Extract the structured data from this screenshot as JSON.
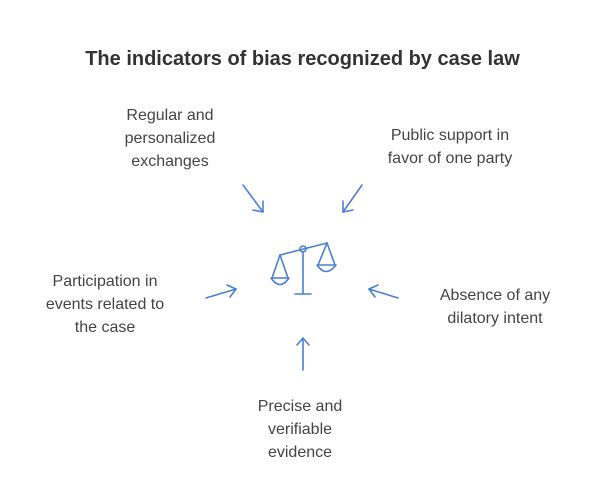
{
  "title": "The indicators of bias recognized by case law",
  "center_icon": "balance-scale-icon",
  "accent_color": "#4a7fd4",
  "indicators": [
    {
      "lines": [
        "Regular and",
        "personalized",
        "exchanges"
      ]
    },
    {
      "lines": [
        "Public support in",
        "favor of one party"
      ]
    },
    {
      "lines": [
        "Participation in",
        "events related to",
        "the case"
      ]
    },
    {
      "lines": [
        "Absence of any",
        "dilatory intent"
      ]
    },
    {
      "lines": [
        "Precise and",
        "verifiable",
        "evidence"
      ]
    }
  ]
}
